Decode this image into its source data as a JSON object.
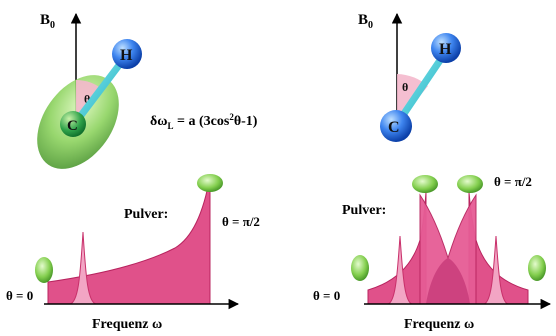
{
  "left_panel": {
    "b0_label": "B",
    "b0_sub": "0",
    "theta_label": "θ",
    "atom_h": "H",
    "atom_c": "C",
    "formula_prefix": "δω",
    "formula_sub": "L",
    "formula_mid": " = a (3cos",
    "formula_sup": "2",
    "formula_end": "θ-1)",
    "pulver_label": "Pulver:",
    "theta_pi2_label": "θ = π/2",
    "theta_zero_label": "θ = 0",
    "x_axis_label": "Frequenz ω"
  },
  "right_panel": {
    "b0_label": "B",
    "b0_sub": "0",
    "theta_label": "θ",
    "atom_h": "H",
    "atom_c": "C",
    "pulver_label": "Pulver:",
    "theta_pi2_label": "θ = π/2",
    "theta_zero_label": "θ = 0",
    "x_axis_label": "Frequenz ω"
  },
  "colors": {
    "powder_fill": "#e0518a",
    "powder_light": "#f2a5c4",
    "ellipsoid_green": "#7ccc4a",
    "atom_blue": "#2a6fe0",
    "bond_cyan": "#29c9d9",
    "theta_wedge": "#f4b8cc"
  }
}
